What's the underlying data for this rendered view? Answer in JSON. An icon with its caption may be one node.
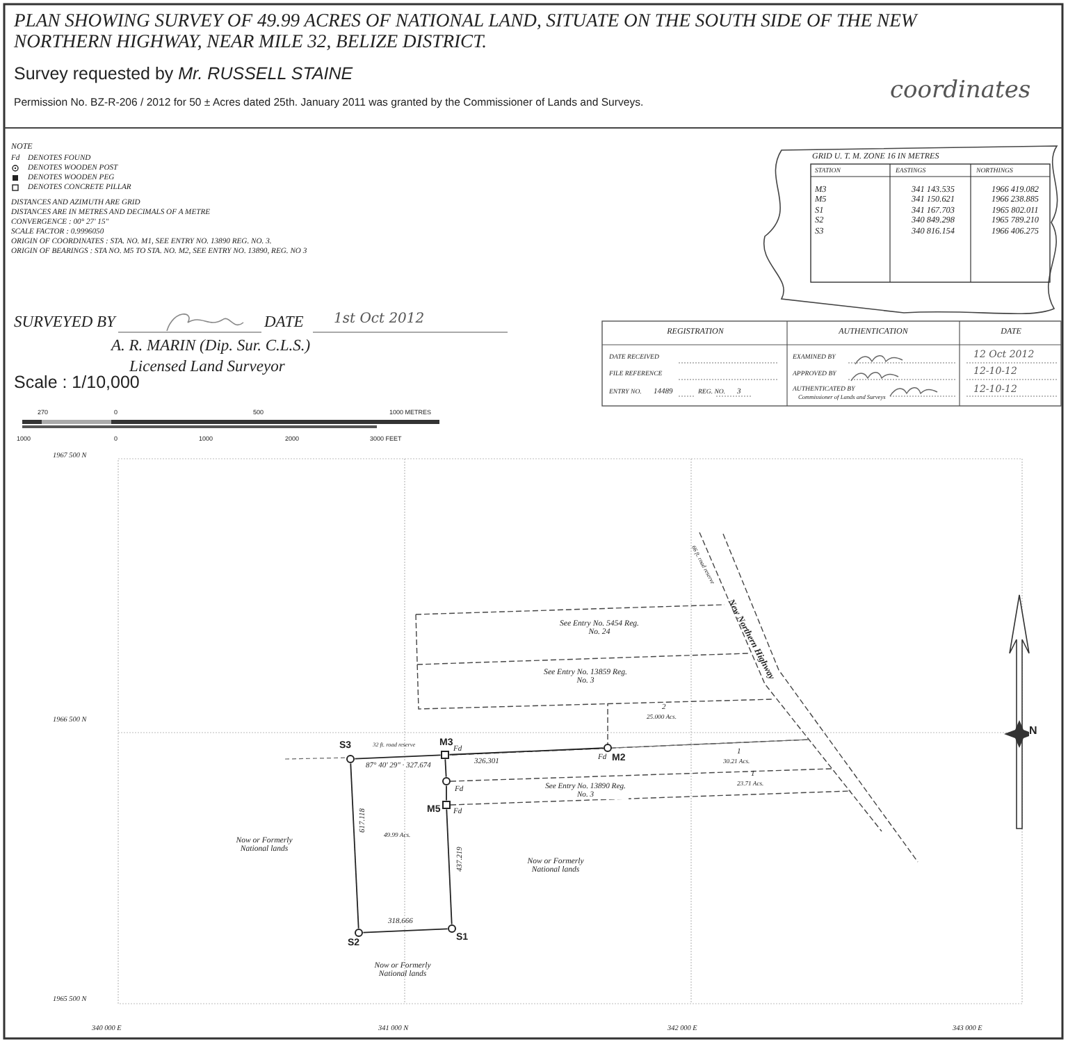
{
  "diagram": {
    "title": "PLAN SHOWING  SURVEY OF 49.99 ACRES OF NATIONAL LAND, SITUATE ON THE SOUTH SIDE OF THE NEW NORTHERN HIGHWAY, NEAR MILE 32, BELIZE DISTRICT.",
    "nodes": [
      {
        "text": [],
        "shape": "circle",
        "beside": [
          "S3"
        ]
      },
      {
        "text": [],
        "shape": "box",
        "beside": [
          "M3",
          "Fd"
        ]
      },
      {
        "text": [],
        "shape": "circle",
        "beside": [
          "Fd",
          "M2"
        ]
      },
      {
        "text": [],
        "shape": "circle",
        "beside": [
          "Fd"
        ]
      },
      {
        "text": [],
        "shape": "box",
        "beside": [
          "M5",
          "Fd"
        ]
      },
      {
        "text": [],
        "shape": "circle",
        "beside": [
          "S1"
        ]
      },
      {
        "text": [],
        "shape": "circle",
        "beside": [
          "S2"
        ]
      }
    ],
    "edges": [
      {
        "from": 0,
        "to": 1,
        "arrow": "none",
        "label": "87° 40' 29\" · 327.674"
      },
      {
        "from": 1,
        "to": 2,
        "arrow": "none",
        "label": "326.301"
      },
      {
        "from": 1,
        "to": 3,
        "arrow": "none"
      },
      {
        "from": 3,
        "to": 4,
        "arrow": "none"
      },
      {
        "from": 4,
        "to": 5,
        "arrow": "none",
        "label": "437.219"
      },
      {
        "from": 5,
        "to": 6,
        "arrow": "none",
        "label": "318.666"
      },
      {
        "from": 6,
        "to": 0,
        "arrow": "none",
        "label": "617.118"
      }
    ],
    "labels": [
      "Survey requested by *Mr. RUSSELL STAINE*",
      "Permission No. BZ-R-206 / 2012 for 50 ± Acres dated 25th. January 2011 was granted by the Commissioner of Lands and Surveys.",
      "coordinates",
      "NOTE",
      "Fd",
      "DENOTES FOUND",
      "DISTANCES AND AZIMUTH ARE GRID",
      "DISTANCES ARE IN METRES AND DECIMALS OF A METRE",
      "CONVERGENCE : 00° 27' 15\"",
      "SCALE FACTOR : 0.9996050",
      "ORIGIN OF COORDINATES : STA. NO. M1, SEE ENTRY NO. 13890 REG. NO. 3.",
      "ORIGIN OF BEARINGS : STA NO. M5 TO STA. NO. M2, SEE ENTRY NO. 13890, REG. NO 3",
      "SURVEYED BY",
      "DATE",
      "1st Oct 2012",
      "A. R. MARIN (Dip. Sur. C.L.S.)",
      "Licensed Land Surveyor",
      "Scale : 1/10,000",
      "270",
      "0",
      "500",
      "1000 METRES",
      "1000",
      "0",
      "1000",
      "2000",
      "3000 FEET",
      "GRID U. T. M. ZONE 16 IN METRES",
      "STATION",
      "EASTINGS",
      "NORTHINGS",
      "M3",
      "341 143.535",
      "1966 419.082",
      "M5",
      "341 150.621",
      "1966 238.885",
      "S1",
      "341 167.703",
      "1965 802.011",
      "S2",
      "340 849.298",
      "1965 789.210",
      "S3",
      "340 816.154",
      "1966 406.275",
      "REGISTRATION",
      "AUTHENTICATION",
      "DATE",
      "DATE RECEIVED",
      "EXAMINED BY",
      "12 Oct 2012",
      "FILE REFERENCE",
      "APPROVED BY",
      "12-10-12",
      "ENTRY NO.",
      "14489",
      "REG. NO.",
      "3",
      "AUTHENTICATED BY",
      "Commissioner of Lands and Surveys",
      "12-10-12",
      "1967 500 N",
      "1966 500 N",
      "1965 500 N",
      "340 000 E",
      "341 000 N",
      "342 000 E",
      "343 000 E",
      "See Entry No. 5454 Reg. No. 24",
      "See Entry No. 13859 Reg. No. 3",
      "2",
      "25.000 Acs.",
      "1",
      "30.21 Acs.",
      "See Entry No. 13890 Reg. No. 3",
      "1",
      "23.71 Acs.",
      "New Northern Highway",
      "66 ft. road reserve",
      "32 ft. road reserve",
      "49.99 Acs.",
      "Now or Formerly National lands",
      "Now or Formerly National lands",
      "Now or Formerly National lands",
      "N"
    ],
    "legend": [
      {
        "text": "DENOTES WOODEN POST"
      },
      {
        "text": "DENOTES WOODEN PEG"
      },
      {
        "text": "DENOTES CONCRETE PILLAR"
      }
    ]
  }
}
